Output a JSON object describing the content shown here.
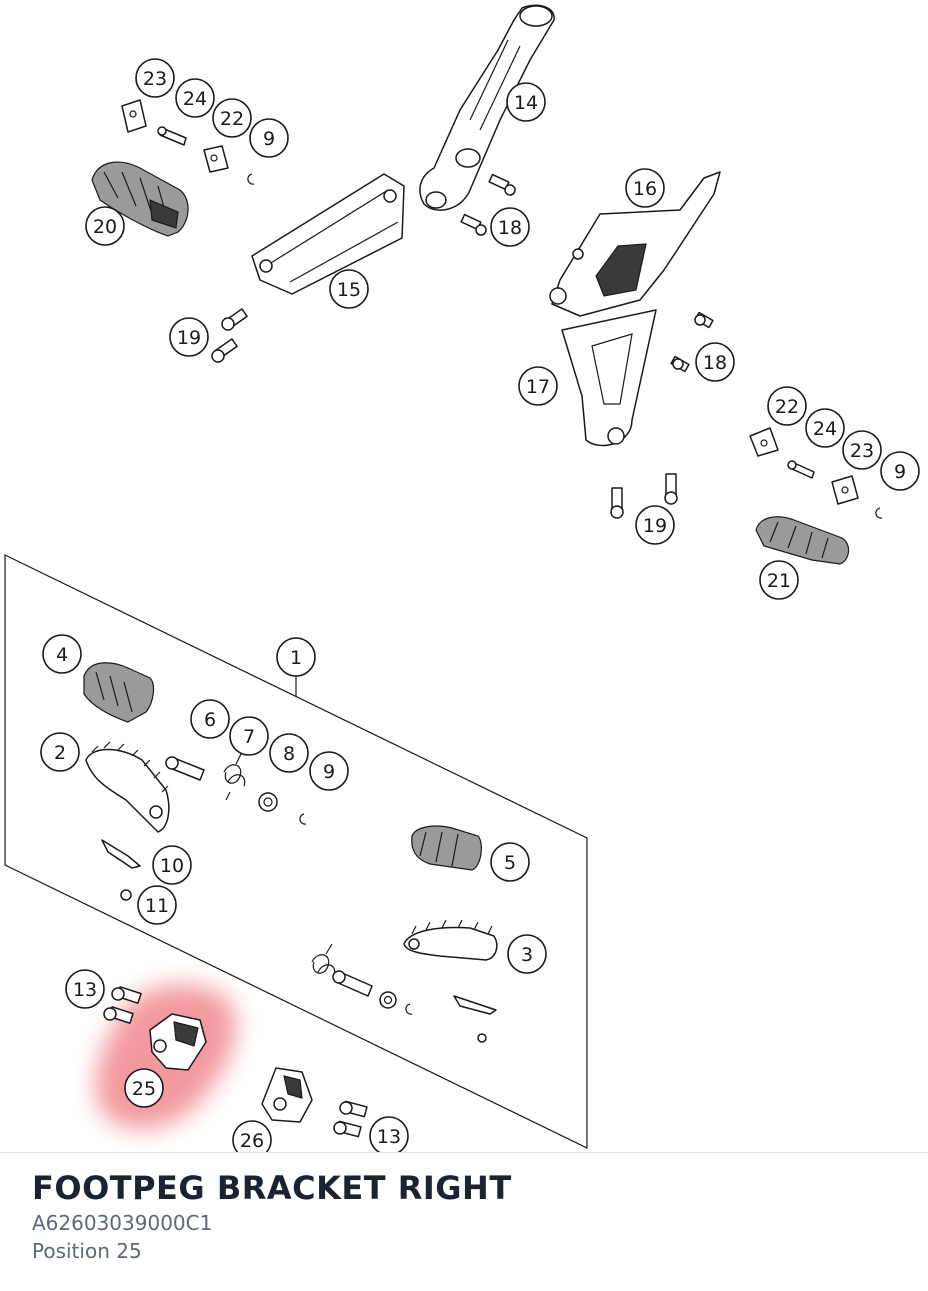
{
  "diagram": {
    "highlighted_callout": "25",
    "highlight_color": "#e8474f",
    "callouts": [
      {
        "id": "c23a",
        "label": "23"
      },
      {
        "id": "c24a",
        "label": "24"
      },
      {
        "id": "c22a",
        "label": "22"
      },
      {
        "id": "c9a",
        "label": "9"
      },
      {
        "id": "c20",
        "label": "20"
      },
      {
        "id": "c14",
        "label": "14"
      },
      {
        "id": "c18a",
        "label": "18"
      },
      {
        "id": "c15",
        "label": "15"
      },
      {
        "id": "c19a",
        "label": "19"
      },
      {
        "id": "c16",
        "label": "16"
      },
      {
        "id": "c18b",
        "label": "18"
      },
      {
        "id": "c17",
        "label": "17"
      },
      {
        "id": "c22b",
        "label": "22"
      },
      {
        "id": "c24b",
        "label": "24"
      },
      {
        "id": "c23b",
        "label": "23"
      },
      {
        "id": "c9b",
        "label": "9"
      },
      {
        "id": "c19b",
        "label": "19"
      },
      {
        "id": "c21",
        "label": "21"
      },
      {
        "id": "c1",
        "label": "1"
      },
      {
        "id": "c4",
        "label": "4"
      },
      {
        "id": "c2",
        "label": "2"
      },
      {
        "id": "c6",
        "label": "6"
      },
      {
        "id": "c7",
        "label": "7"
      },
      {
        "id": "c8",
        "label": "8"
      },
      {
        "id": "c9c",
        "label": "9"
      },
      {
        "id": "c10",
        "label": "10"
      },
      {
        "id": "c11",
        "label": "11"
      },
      {
        "id": "c5",
        "label": "5"
      },
      {
        "id": "c3",
        "label": "3"
      },
      {
        "id": "c13a",
        "label": "13"
      },
      {
        "id": "c25",
        "label": "25"
      },
      {
        "id": "c26",
        "label": "26"
      },
      {
        "id": "c13b",
        "label": "13"
      }
    ]
  },
  "footer": {
    "title": "FOOTPEG BRACKET RIGHT",
    "part_number": "A62603039000C1",
    "position": "Position 25"
  }
}
